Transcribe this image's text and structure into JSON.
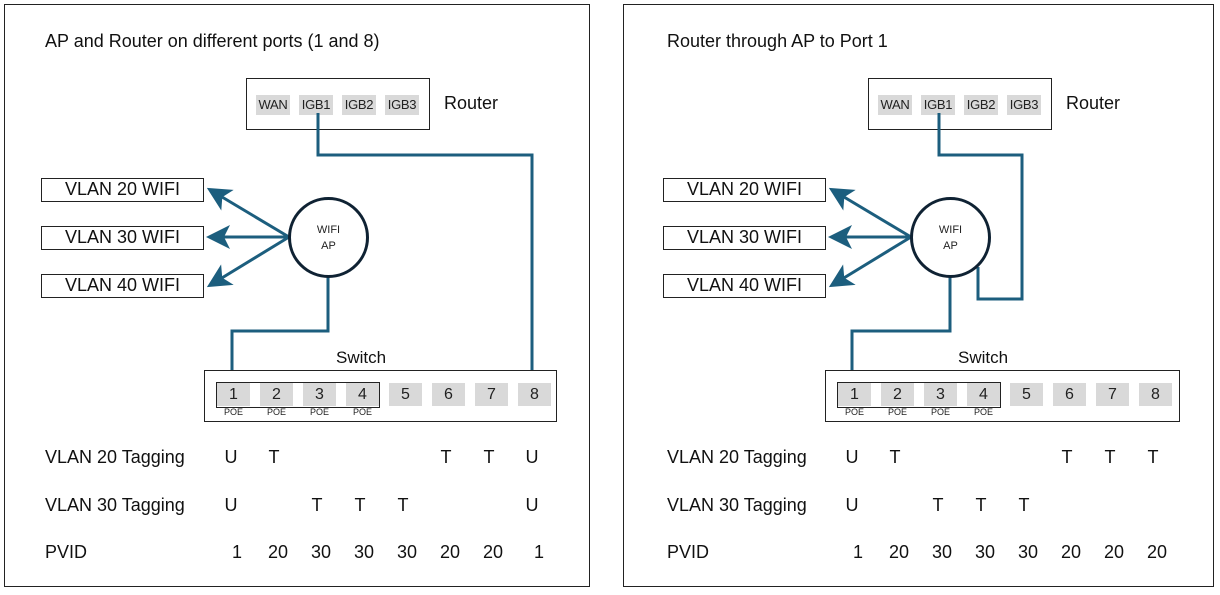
{
  "colors": {
    "cable": "#1c5e7e",
    "port_fill": "#d9d9d9",
    "border": "#222222",
    "ap_ring": "#0f2233"
  },
  "panels": [
    {
      "title": "AP and Router on different ports (1 and 8)",
      "router": {
        "label": "Router",
        "ports": [
          "WAN",
          "IGB1",
          "IGB2",
          "IGB3"
        ]
      },
      "wifi_networks": [
        "VLAN 20 WIFI",
        "VLAN 30 WIFI",
        "VLAN 40 WIFI"
      ],
      "ap": {
        "line1": "WIFI",
        "line2": "AP"
      },
      "switch": {
        "label": "Switch",
        "ports": [
          "1",
          "2",
          "3",
          "4",
          "5",
          "6",
          "7",
          "8"
        ],
        "poe_label": "POE",
        "poe_ports": 4
      },
      "connections": [
        "Router IGB1 -> Switch port 8",
        "AP -> Switch port 1"
      ],
      "table": {
        "rows": [
          {
            "label": "VLAN 20 Tagging",
            "values": [
              "U",
              "T",
              "",
              "",
              "",
              "T",
              "T",
              "U"
            ]
          },
          {
            "label": "VLAN 30 Tagging",
            "values": [
              "U",
              "",
              "T",
              "T",
              "T",
              "",
              "",
              "U"
            ]
          },
          {
            "label": "PVID",
            "values": [
              "1",
              "20",
              "30",
              "30",
              "30",
              "20",
              "20",
              "1"
            ]
          }
        ]
      }
    },
    {
      "title": "Router through AP to Port 1",
      "router": {
        "label": "Router",
        "ports": [
          "WAN",
          "IGB1",
          "IGB2",
          "IGB3"
        ]
      },
      "wifi_networks": [
        "VLAN 20 WIFI",
        "VLAN 30 WIFI",
        "VLAN 40 WIFI"
      ],
      "ap": {
        "line1": "WIFI",
        "line2": "AP"
      },
      "switch": {
        "label": "Switch",
        "ports": [
          "1",
          "2",
          "3",
          "4",
          "5",
          "6",
          "7",
          "8"
        ],
        "poe_label": "POE",
        "poe_ports": 4
      },
      "connections": [
        "Router IGB1 -> AP",
        "AP -> Switch port 1"
      ],
      "table": {
        "rows": [
          {
            "label": "VLAN 20 Tagging",
            "values": [
              "U",
              "T",
              "",
              "",
              "",
              "T",
              "T",
              "T"
            ]
          },
          {
            "label": "VLAN 30 Tagging",
            "values": [
              "U",
              "",
              "T",
              "T",
              "T",
              "",
              "",
              ""
            ]
          },
          {
            "label": "PVID",
            "values": [
              "1",
              "20",
              "30",
              "30",
              "30",
              "20",
              "20",
              "20"
            ]
          }
        ]
      }
    }
  ]
}
